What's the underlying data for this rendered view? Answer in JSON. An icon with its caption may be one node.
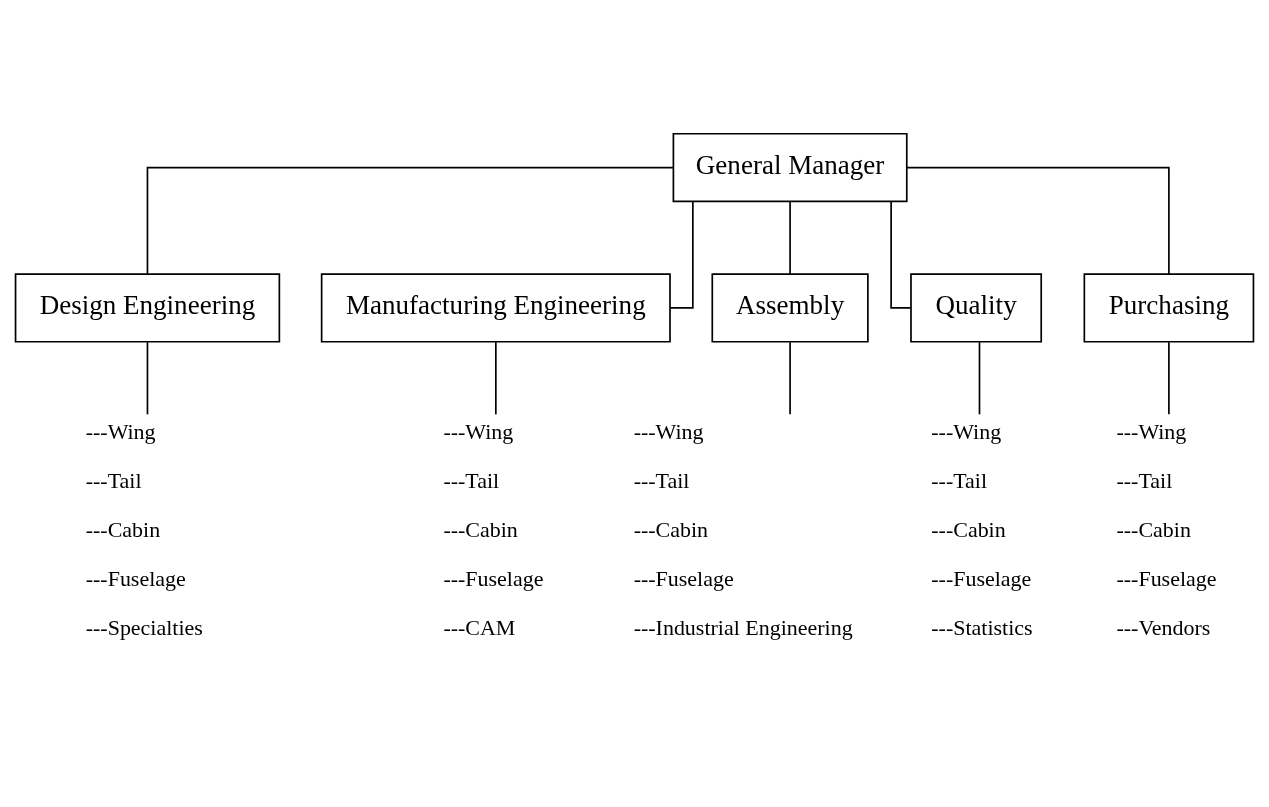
{
  "diagram": {
    "nodes": [
      {
        "text": [
          "General Manager"
        ]
      },
      {
        "text": [
          "Design Engineering"
        ]
      },
      {
        "text": [
          "Manufacturing Engineering"
        ]
      },
      {
        "text": [
          "Assembly"
        ]
      },
      {
        "text": [
          "Quality"
        ]
      },
      {
        "text": [
          "Purchasing"
        ]
      },
      {
        "text": [
          "---Wing",
          "---Tail",
          "---Cabin",
          "---Fuselage",
          "---Specialties"
        ]
      },
      {
        "text": [
          "---Wing",
          "---Tail",
          "---Cabin",
          "---Fuselage",
          "---CAM"
        ]
      },
      {
        "text": [
          "---Wing",
          "---Tail",
          "---Cabin",
          "---Fuselage",
          "---Industrial Engineering"
        ]
      },
      {
        "text": [
          "---Wing",
          "---Tail",
          "---Cabin",
          "---Fuselage",
          "---Statistics"
        ]
      },
      {
        "text": [
          "---Wing",
          "---Tail",
          "---Cabin",
          "---Fuselage",
          "---Vendors"
        ]
      }
    ],
    "edges": [
      {
        "from": 0,
        "to": 1,
        "arrow": "none"
      },
      {
        "from": 0,
        "to": 2,
        "arrow": "none"
      },
      {
        "from": 0,
        "to": 3,
        "arrow": "none"
      },
      {
        "from": 0,
        "to": 4,
        "arrow": "none"
      },
      {
        "from": 0,
        "to": 5,
        "arrow": "none"
      },
      {
        "from": 1,
        "to": 6,
        "arrow": "none"
      },
      {
        "from": 2,
        "to": 7,
        "arrow": "none"
      },
      {
        "from": 3,
        "to": 8,
        "arrow": "none"
      },
      {
        "from": 4,
        "to": 9,
        "arrow": "none"
      },
      {
        "from": 5,
        "to": 10,
        "arrow": "none"
      }
    ]
  }
}
